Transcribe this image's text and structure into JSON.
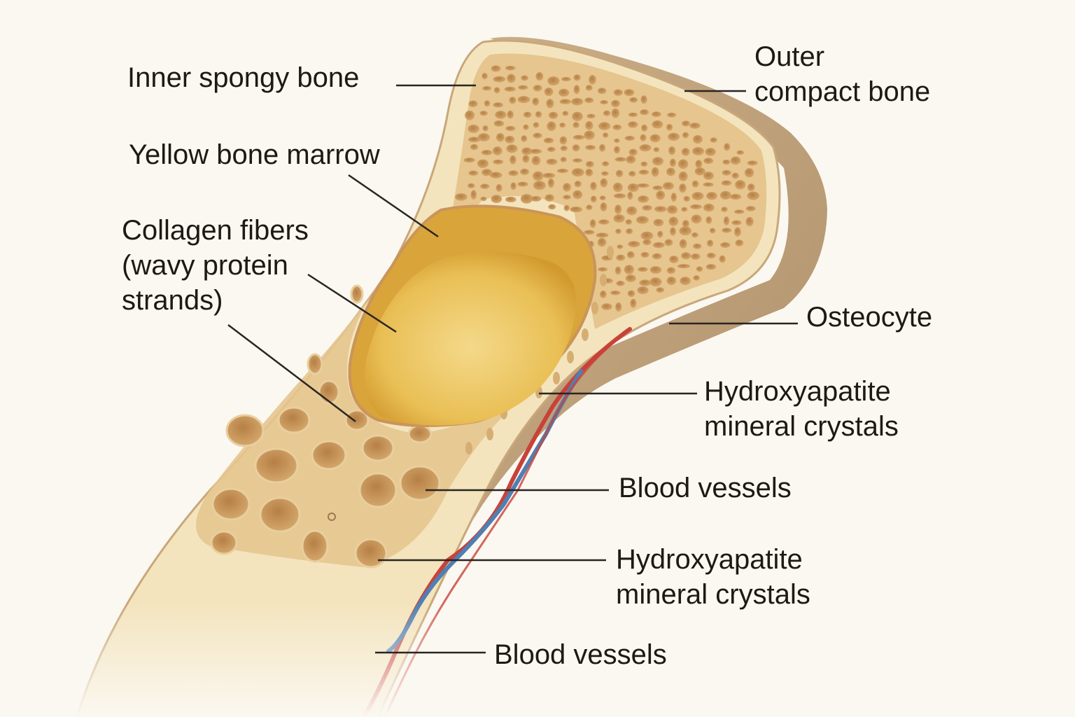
{
  "labels": {
    "inner_spongy_bone": "Inner spongy bone",
    "outer_compact_bone": [
      "Outer",
      "compact bone"
    ],
    "yellow_bone_marrow": "Yellow bone marrow",
    "collagen_fibers": [
      "Collagen fibers",
      "(wavy protein",
      "strands)"
    ],
    "osteocyte": "Osteocyte",
    "hydroxyapatite_upper": [
      "Hydroxyapatite",
      "mineral crystals"
    ],
    "blood_vessels_upper": "Blood vessels",
    "hydroxyapatite_lower": [
      "Hydroxyapatite",
      "mineral crystals"
    ],
    "blood_vessels_lower": "Blood vessels"
  },
  "colors": {
    "background": "#fbf8f1",
    "compact_bone": "#f3e4bd",
    "bone_shadow": "#b08a5e",
    "spongy_bone": "#e6c58f",
    "pore": "#c9955a",
    "marrow": "#e8b94a",
    "marrow_core": "#f2d27a",
    "artery": "#c8423a",
    "vein": "#4f7fb3",
    "leader_line": "#2a2520"
  }
}
